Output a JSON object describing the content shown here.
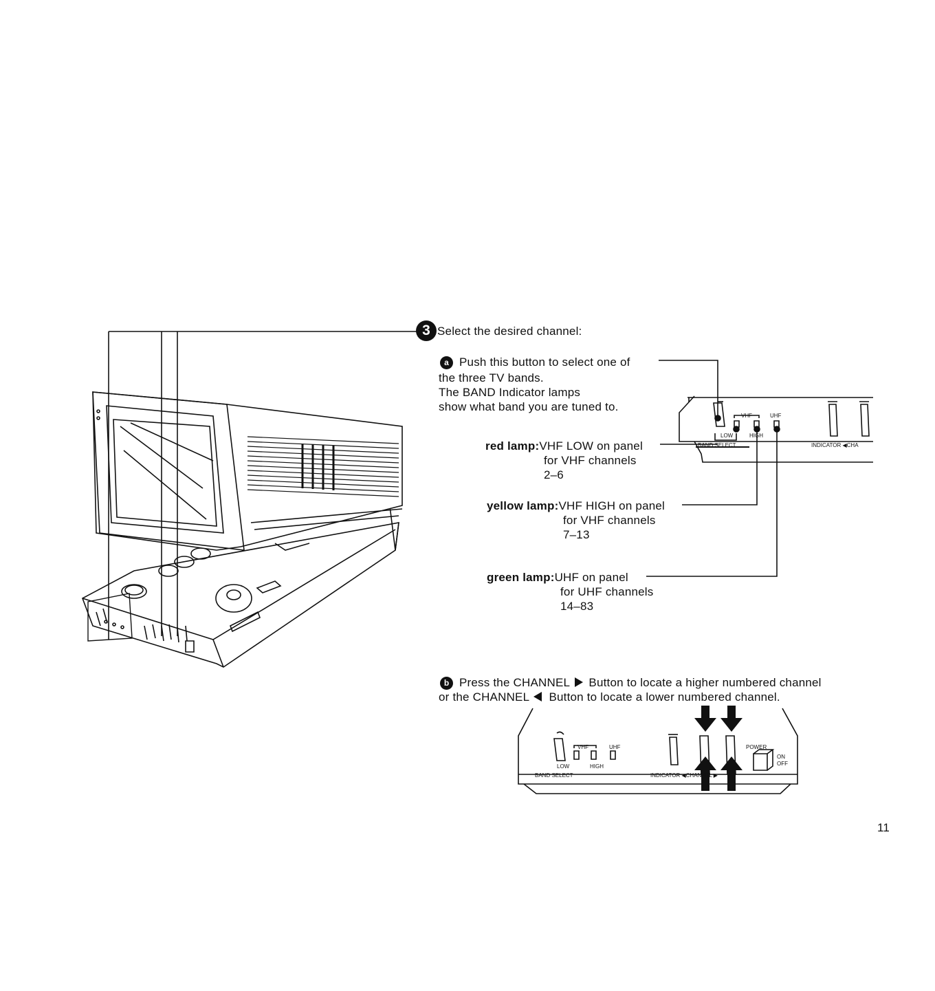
{
  "step3": {
    "number": "3",
    "heading": "Select the desired channel:"
  },
  "step_a": {
    "letter": "a",
    "lines": [
      "Push this button to select one of",
      "the three TV bands.",
      "The BAND Indicator lamps",
      "show what band you are tuned to."
    ]
  },
  "lamps": [
    {
      "label": "red lamp:",
      "text": "VHF LOW on panel",
      "detail": [
        "for VHF channels",
        "2–6"
      ]
    },
    {
      "label": "yellow lamp:",
      "text": "VHF HIGH on panel",
      "detail": [
        "for VHF channels",
        "7–13"
      ]
    },
    {
      "label": "green lamp:",
      "text": "UHF on panel",
      "detail": [
        "for UHF channels",
        "14–83"
      ]
    }
  ],
  "step_b": {
    "letter": "b",
    "line1_pre": "Press the CHANNEL",
    "line1_post": "Button to locate a higher numbered channel",
    "line2_pre": "or the CHANNEL",
    "line2_post": "Button to locate a lower numbered channel."
  },
  "panel_top": {
    "vhf": "VHF",
    "uhf": "UHF",
    "low": "LOW",
    "high": "HIGH",
    "band_select": "BAND SELECT",
    "indicator": "INDICATOR ◀CHA"
  },
  "panel_bottom": {
    "vhf": "VHF",
    "uhf": "UHF",
    "low": "LOW",
    "high": "HIGH",
    "band_select": "BAND SELECT",
    "indicator": "INDICATOR ◀CHANNEL ▶",
    "power": "POWER",
    "on": "ON",
    "off": "OFF"
  },
  "page_number": "11"
}
